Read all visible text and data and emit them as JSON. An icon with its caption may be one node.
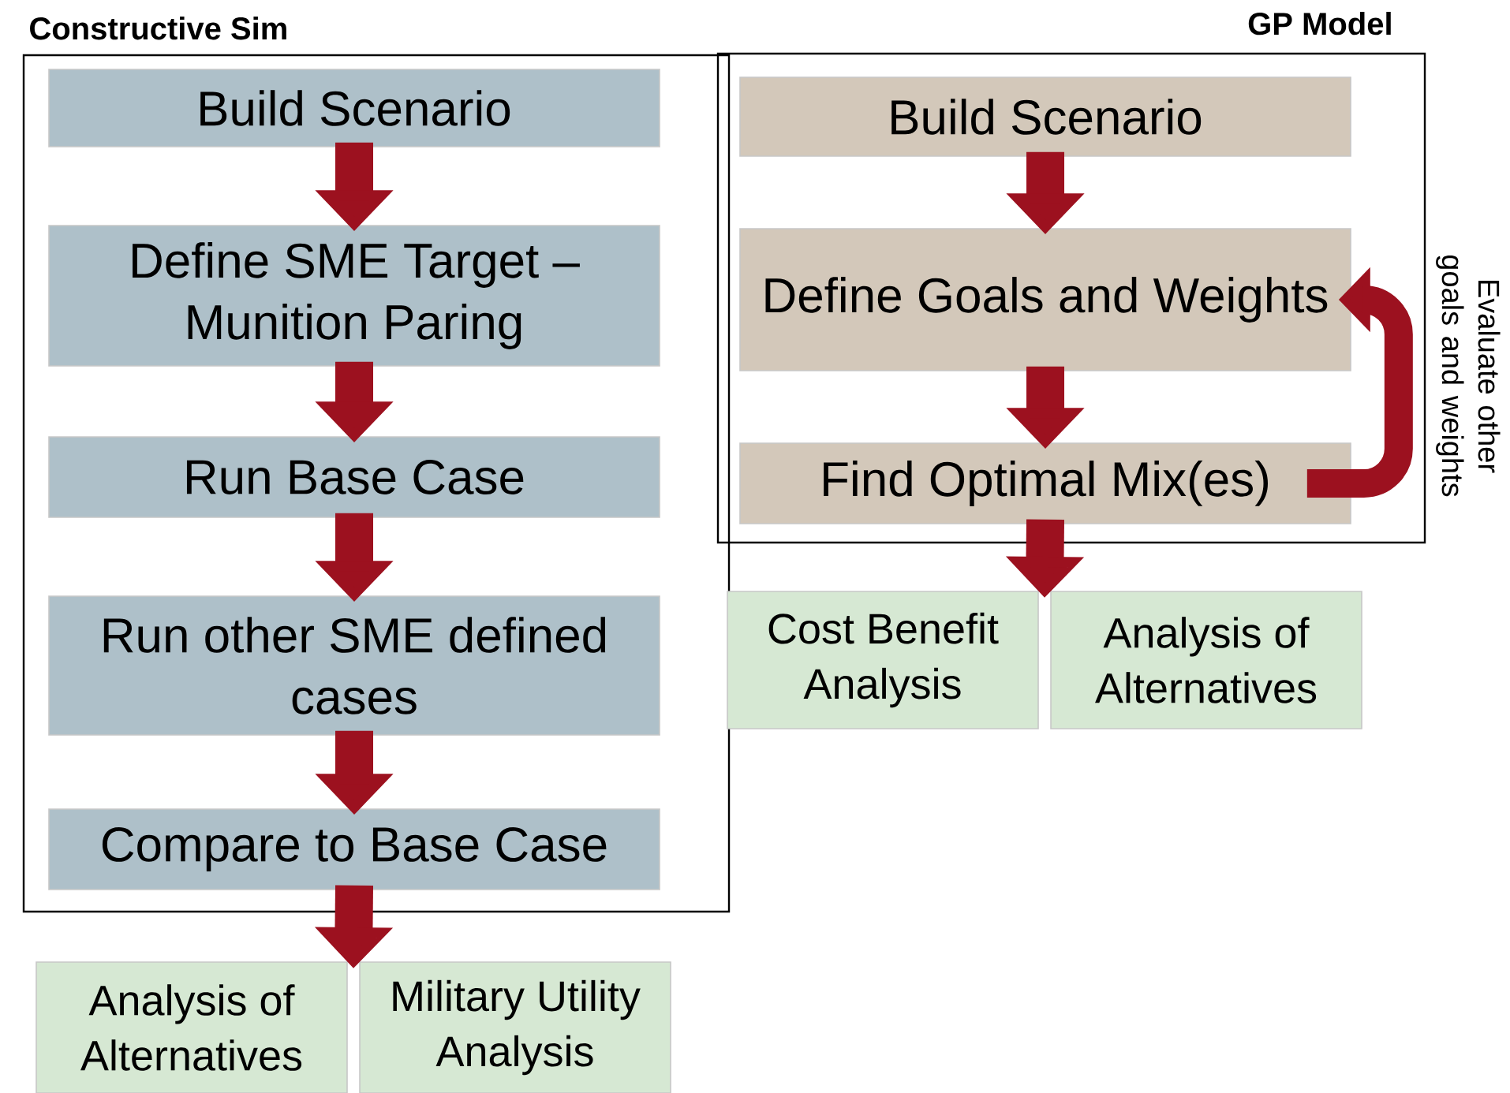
{
  "diagram": {
    "nodes": [
      {
        "text": [
          "Constructive Sim"
        ]
      },
      {
        "text": [
          "Build Scenario"
        ],
        "in": 0
      },
      {
        "text": [
          "Define SME Target – Munition Paring"
        ],
        "in": 0
      },
      {
        "text": [
          "Run Base Case"
        ],
        "in": 0
      },
      {
        "text": [
          "Run other SME defined cases"
        ],
        "in": 0
      },
      {
        "text": [
          "Compare to Base Case"
        ],
        "in": 0
      },
      {
        "text": [
          "Analysis of Alternatives"
        ]
      },
      {
        "text": [
          "Military Utility Analysis"
        ]
      },
      {
        "text": [
          "GP Model"
        ]
      },
      {
        "text": [
          "Build Scenario"
        ],
        "in": 8
      },
      {
        "text": [
          "Define Goals and Weights"
        ],
        "in": 8
      },
      {
        "text": [
          "Find Optimal Mix(es)"
        ],
        "in": 8
      },
      {
        "text": [
          "Cost Benefit Analysis"
        ]
      },
      {
        "text": [
          "Analysis of Alternatives"
        ]
      }
    ],
    "edges": [
      {
        "from": 1,
        "to": 2,
        "arrow": "to"
      },
      {
        "from": 2,
        "to": 3,
        "arrow": "to"
      },
      {
        "from": 3,
        "to": 4,
        "arrow": "to"
      },
      {
        "from": 4,
        "to": 5,
        "arrow": "to"
      },
      {
        "from": 5,
        "to": 6,
        "arrow": "to"
      },
      {
        "from": 5,
        "to": 7,
        "arrow": "to"
      },
      {
        "from": 9,
        "to": 10,
        "arrow": "to"
      },
      {
        "from": 10,
        "to": 11,
        "arrow": "to"
      },
      {
        "from": 11,
        "to": 10,
        "arrow": "to",
        "label": "Evaluate other goals and weights"
      },
      {
        "from": 11,
        "to": 12,
        "arrow": "to"
      },
      {
        "from": 11,
        "to": 13,
        "arrow": "to"
      }
    ]
  }
}
